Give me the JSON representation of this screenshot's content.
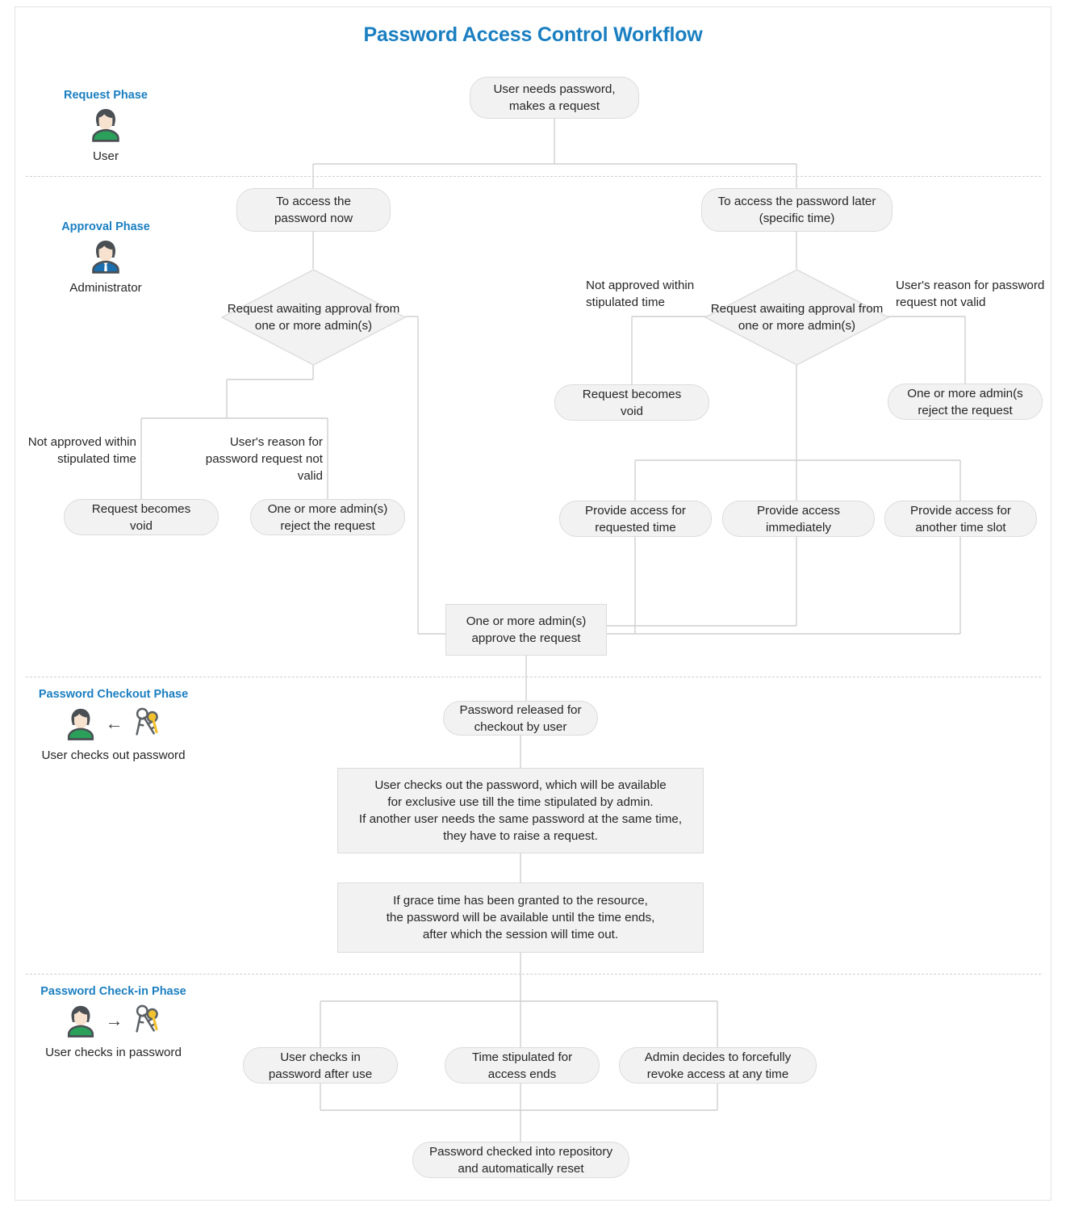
{
  "title": "Password Access Control Workflow",
  "colors": {
    "accent": "#1a7fc1",
    "node_fill": "#f2f2f2",
    "node_border": "#dcdcdc",
    "text": "#262626",
    "wire": "#cfcfcf",
    "divider": "#d0d0d0"
  },
  "phases": [
    {
      "title": "Request Phase",
      "caption": "User",
      "icons": [
        "user-avatar-icon"
      ]
    },
    {
      "title": "Approval Phase",
      "caption": "Administrator",
      "icons": [
        "admin-avatar-icon"
      ]
    },
    {
      "title": "Password Checkout Phase",
      "caption": "User checks out password",
      "icons": [
        "user-avatar-icon",
        "arrow-left-icon",
        "keys-icon"
      ],
      "arrow": "←"
    },
    {
      "title": "Password Check-in Phase",
      "caption": "User checks in password",
      "icons": [
        "user-avatar-icon",
        "arrow-right-icon",
        "keys-icon"
      ],
      "arrow": "→"
    }
  ],
  "nodes": {
    "start": "User needs password, makes a request",
    "access_now": "To access the password now",
    "access_later": "To access the password later (specific time)",
    "decision_left": "Request awaiting approval from one or more admin(s)",
    "decision_right": "Request awaiting approval from one or more admin(s)",
    "void_left": "Request becomes void",
    "reject_left": "One or more admin(s) reject the request",
    "void_right": "Request becomes void",
    "reject_right": "One or more admin(s reject the request",
    "provide_requested": "Provide access for requested time",
    "provide_immediate": "Provide access immediately",
    "provide_another": "Provide access for another time slot",
    "approve": "One or more admin(s) approve the request",
    "released": "Password released for checkout by user",
    "checkout_note": "User checks out the password, which will be available for exclusive use till the time stipulated by admin.\nIf another user needs the same password at the same time, they have to raise a request.",
    "grace_note": "If grace time has been granted to the resource, the password will be available until the time ends, after which the session will time out.",
    "checkin_user": "User checks in password after use",
    "checkin_time": "Time stipulated for access ends",
    "checkin_admin": "Admin decides to forcefully revoke access at any time",
    "checked_in": "Password checked into repository and automatically reset"
  },
  "node_lines": {
    "start": [
      "User needs password,",
      "makes a request"
    ],
    "access_now": [
      "To access the",
      "password now"
    ],
    "access_later": [
      "To access the password later",
      "(specific time)"
    ],
    "decision_left": [
      "Request awaiting",
      "approval from one or",
      "more admin(s)"
    ],
    "decision_right": [
      "Request awaiting",
      "approval from one or",
      "more admin(s)"
    ],
    "void_left": [
      "Request becomes",
      "void"
    ],
    "reject_left": [
      "One or more admin(s)",
      "reject the request"
    ],
    "void_right": [
      "Request becomes",
      "void"
    ],
    "reject_right": [
      "One or more admin(s",
      "reject the request"
    ],
    "provide_requested": [
      "Provide access for",
      "requested time"
    ],
    "provide_immediate": [
      "Provide access",
      "immediately"
    ],
    "provide_another": [
      "Provide access for",
      "another time slot"
    ],
    "approve": [
      "One or more admin(s)",
      "approve the request"
    ],
    "released": [
      "Password released for",
      "checkout by user"
    ],
    "checkout_note": [
      "User checks out the password, which will be available",
      "for exclusive use till the time stipulated by admin.",
      "If another user needs the same password at the same time,",
      "they have to raise a request."
    ],
    "grace_note": [
      "If grace time has been granted to the resource,",
      "the password will be available until the time ends,",
      "after which the session will time out."
    ],
    "checkin_user": [
      "User checks in",
      "password after use"
    ],
    "checkin_time": [
      "Time stipulated for",
      "access ends"
    ],
    "checkin_admin": [
      "Admin decides to forcefully",
      "revoke access at any time"
    ],
    "checked_in": [
      "Password checked into repository",
      "and automatically reset"
    ]
  },
  "edge_labels": {
    "left_not_approved": [
      "Not approved within",
      "stipulated time"
    ],
    "left_reason_invalid": [
      "User's reason for",
      "password request",
      "not valid"
    ],
    "right_not_approved": [
      "Not approved within",
      "stipulated time"
    ],
    "right_reason_invalid": [
      "User's reason for password",
      "request not valid"
    ]
  }
}
